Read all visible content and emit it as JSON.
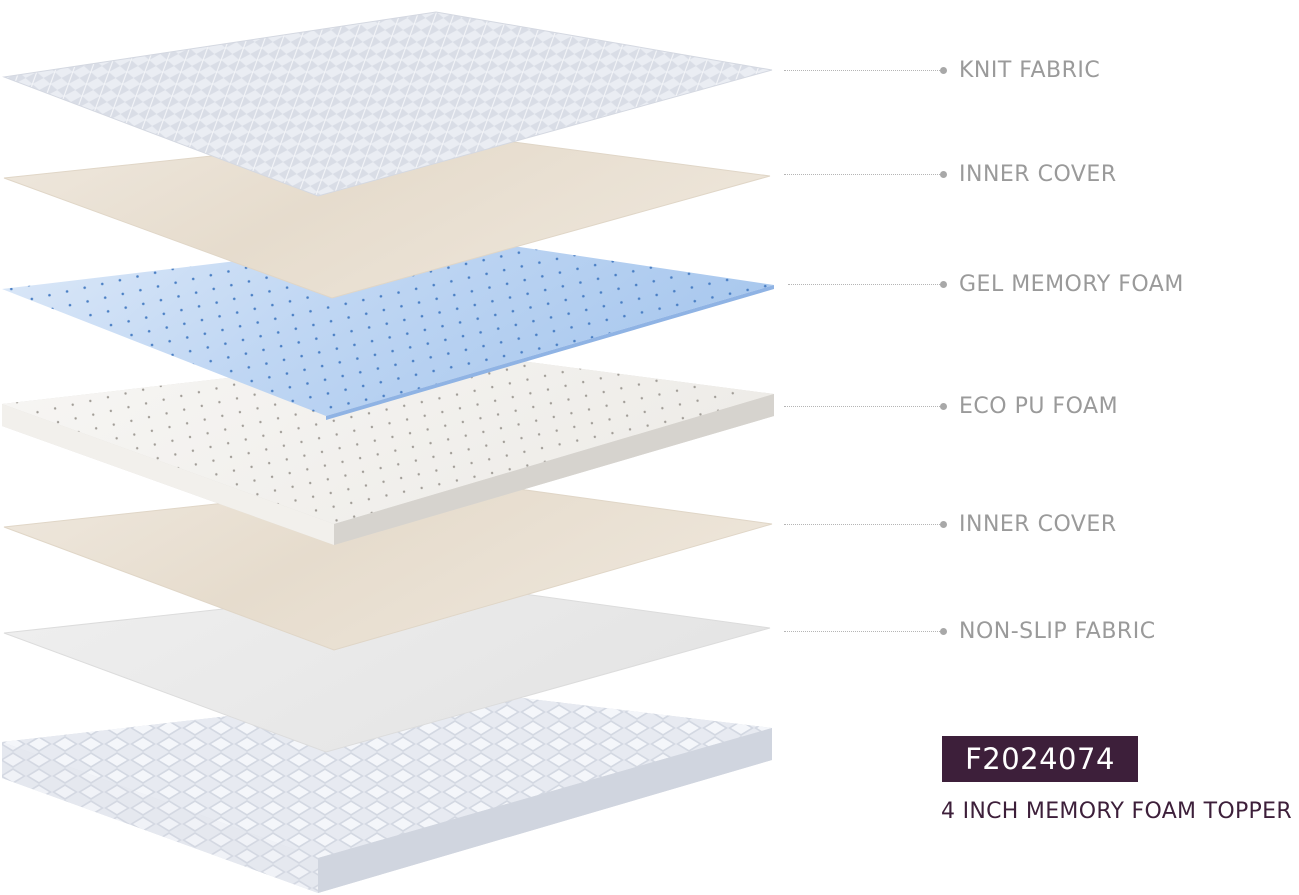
{
  "layers": [
    {
      "label": "KNIT FABRIC"
    },
    {
      "label": "INNER COVER"
    },
    {
      "label": "GEL MEMORY FOAM"
    },
    {
      "label": "ECO PU FOAM"
    },
    {
      "label": "INNER COVER"
    },
    {
      "label": "NON-SLIP FABRIC"
    }
  ],
  "model_code": "F2024074",
  "product_name": "4 INCH MEMORY FOAM TOPPER",
  "colors": {
    "badge_background": "#3d1f3a",
    "product_name_text": "#3d1f3a",
    "label_text": "#9a9a9a",
    "knit_fabric": "#e4e7ef",
    "inner_cover": "#ece3d6",
    "gel_memory_foam": "#b9d4f2",
    "eco_pu_foam": "#f3f1ee",
    "non_slip_fabric": "#ececec"
  }
}
